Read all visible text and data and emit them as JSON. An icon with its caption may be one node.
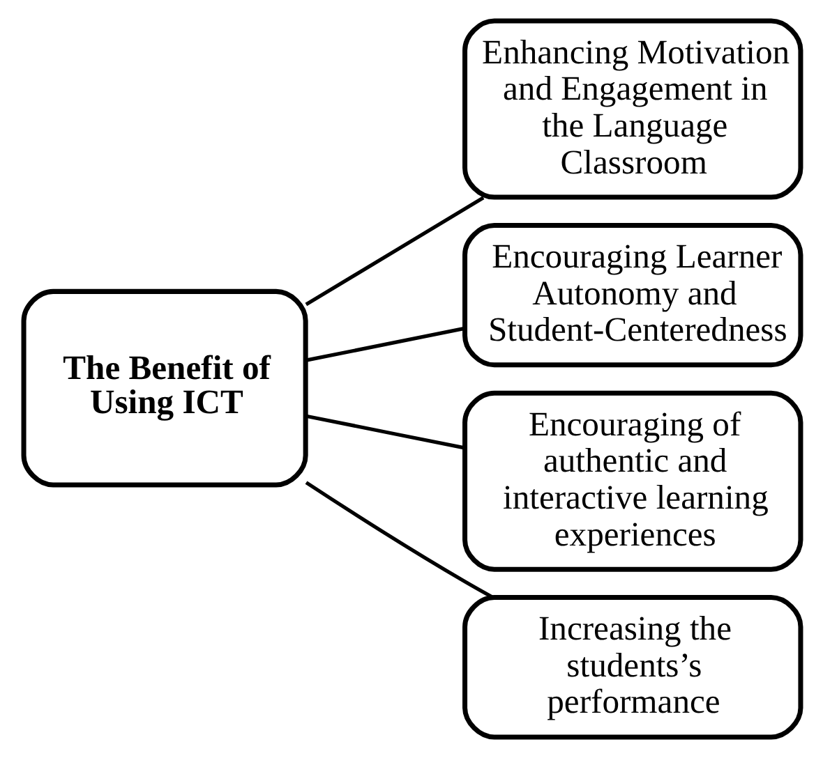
{
  "diagram": {
    "nodes": [
      {
        "text": [
          "The Benefit of Using ICT"
        ]
      },
      {
        "text": [
          "Enhancing Motivation and Engagement in the Language Classroom"
        ]
      },
      {
        "text": [
          "Encouraging Learner Autonomy and Student-Centeredness"
        ]
      },
      {
        "text": [
          "Encouraging of authentic and interactive learning experiences"
        ]
      },
      {
        "text": [
          "Increasing the students’s performance"
        ]
      }
    ],
    "edges": [
      {
        "from": 0,
        "to": 1,
        "arrow": "none"
      },
      {
        "from": 0,
        "to": 2,
        "arrow": "none"
      },
      {
        "from": 0,
        "to": 3,
        "arrow": "none"
      },
      {
        "from": 0,
        "to": 4,
        "arrow": "none"
      }
    ]
  }
}
